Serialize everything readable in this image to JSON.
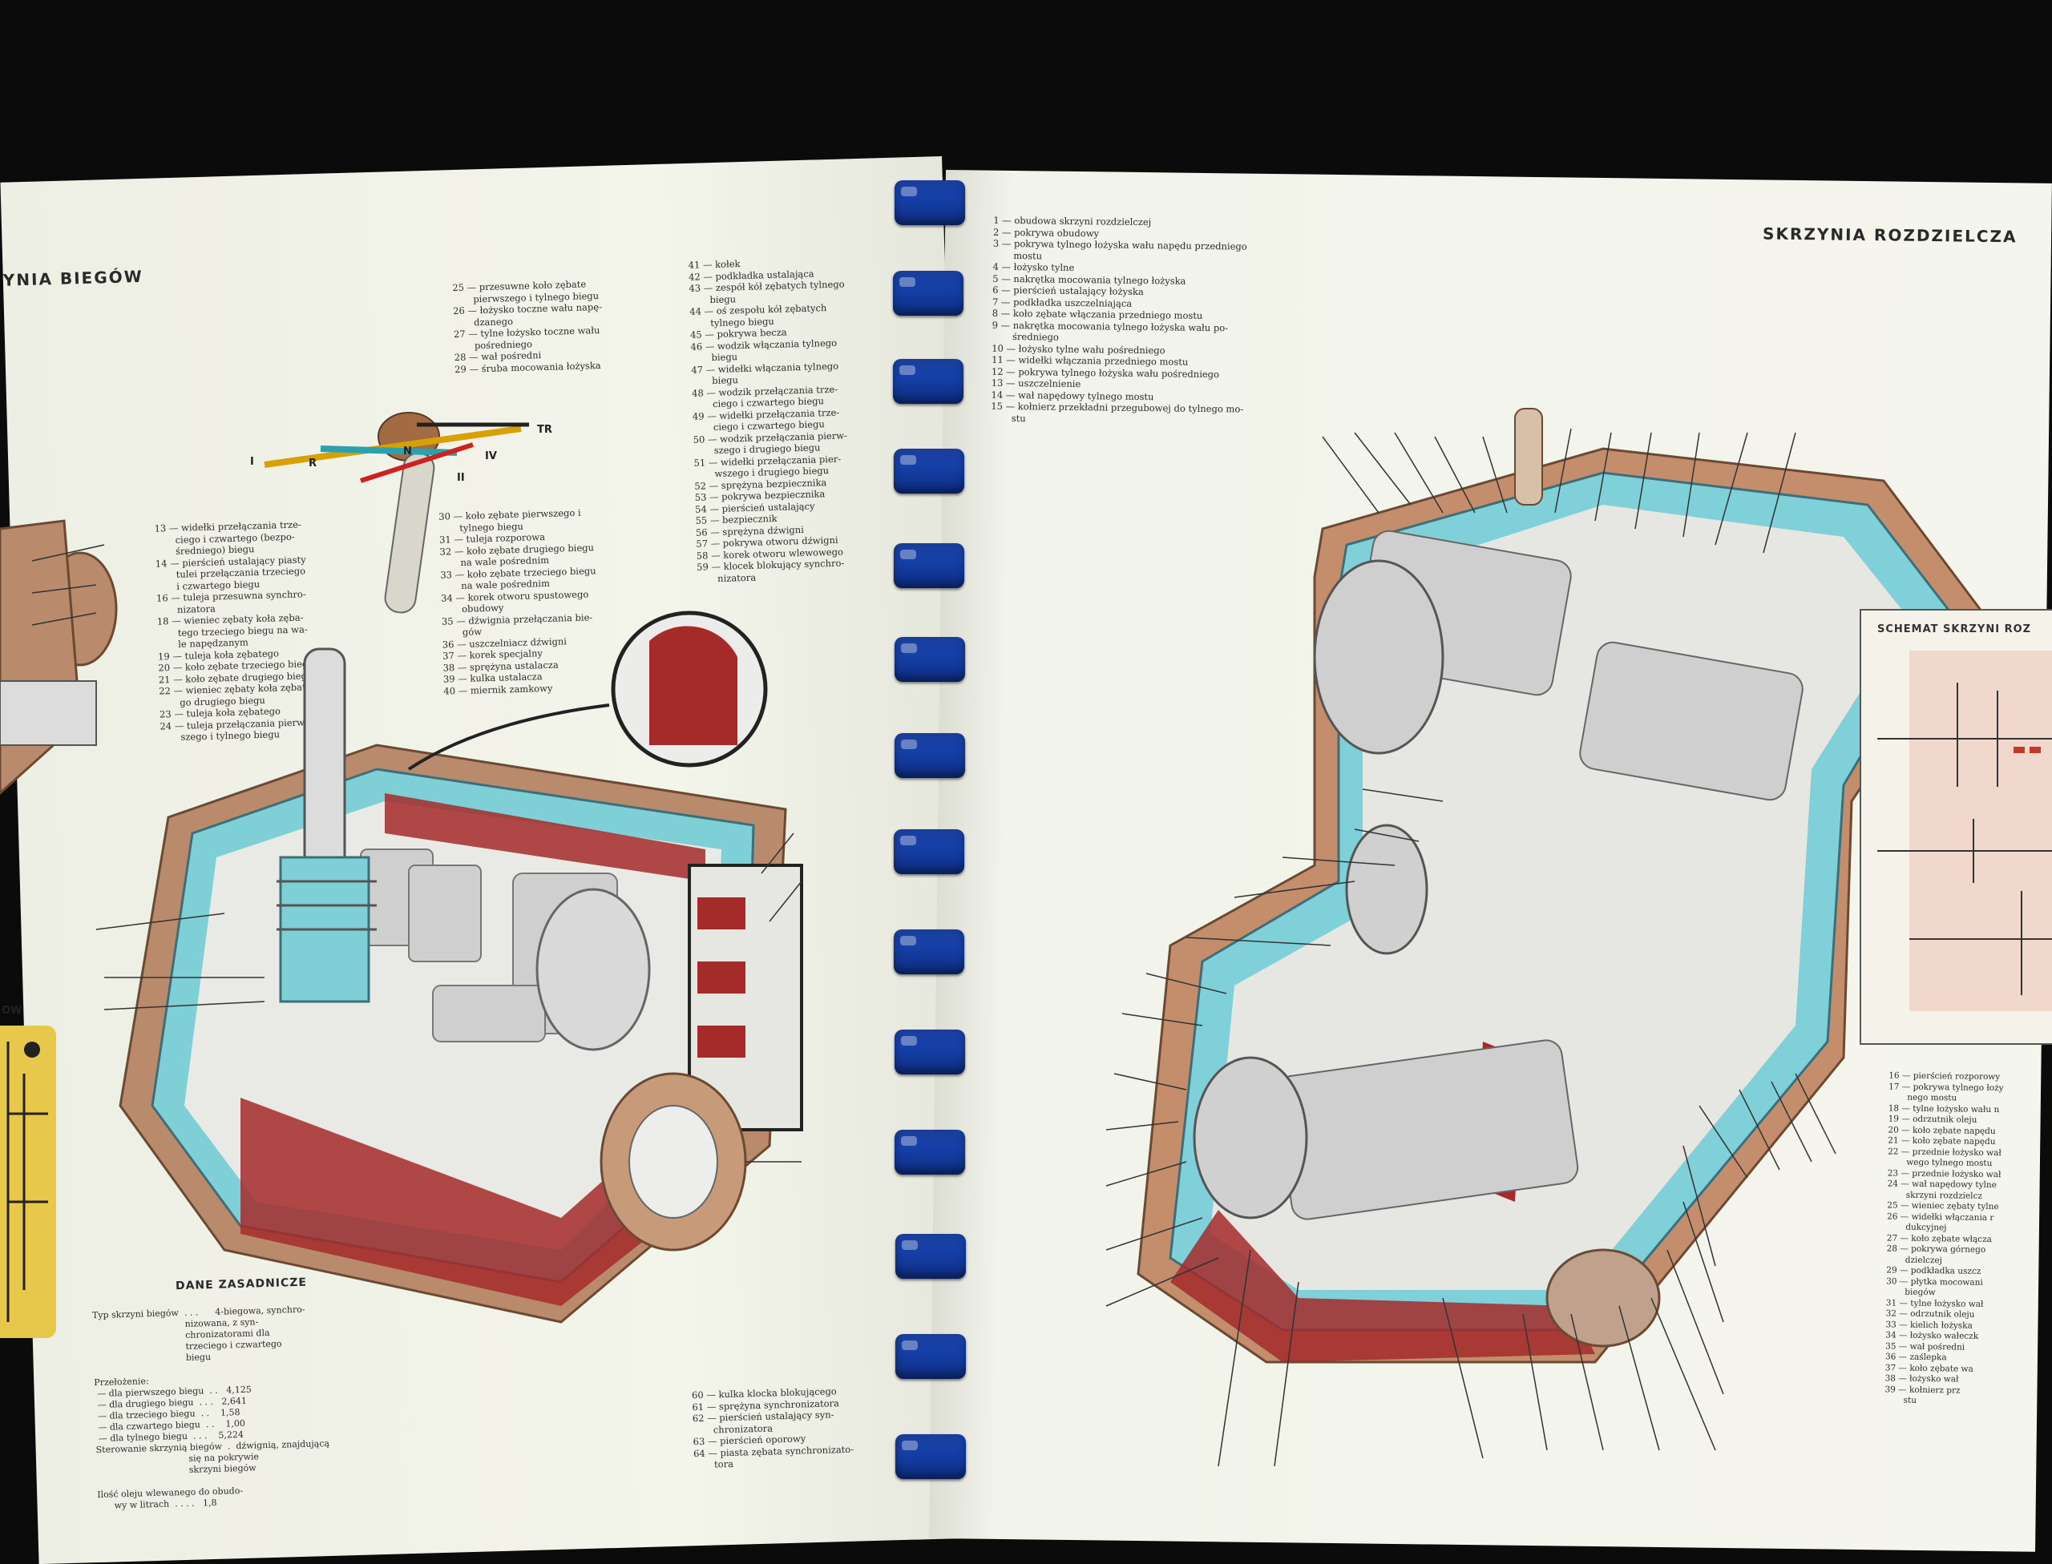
{
  "left_page": {
    "heading": "YNIA BIEGÓW",
    "legend_top_a": "25 — przesuwne koło zębate\n       pierwszego i tylnego biegu\n26 — łożysko toczne wału napę-\n       dzanego\n27 — tylne łożysko toczne wału\n       pośredniego\n28 — wał pośredni\n29 — śruba mocowania łożyska",
    "legend_top_b": "41 — kołek\n42 — podkładka ustalająca\n43 — zespół kół zębatych tylnego\n       biegu\n44 — oś zespołu kół zębatych\n       tylnego biegu\n45 — pokrywa becza\n46 — wodzik włączania tylnego\n       biegu\n47 — widełki włączania tylnego\n       biegu\n48 — wodzik przełączania trze-\n       ciego i czwartego biegu\n49 — widełki przełączania trze-\n       ciego i czwartego biegu\n50 — wodzik przełączania pierw-\n       szego i drugiego biegu\n51 — widełki przełączania pier-\n       wszego i drugiego biegu\n52 — sprężyna bezpiecznika\n53 — pokrywa bezpiecznika\n54 — pierścień ustalający\n55 — bezpiecznik\n56 — sprężyna dźwigni\n57 — pokrywa otworu dźwigni\n58 — korek otworu wlewowego\n59 — klocek blokujący synchro-\n       nizatora",
    "legend_mid_a": "13 — widełki przełączania trze-\n       ciego i czwartego (bezpo-\n       średniego) biegu\n14 — pierścień ustalający piasty\n       tulei przełączania trzeciego\n       i czwartego biegu\n16 — tuleja przesuwna synchro-\n       nizatora\n18 — wieniec zębaty koła zęba-\n       tego trzeciego biegu na wa-\n       le napędzanym\n19 — tuleja koła zębatego\n20 — koło zębate trzeciego biegu\n21 — koło zębate drugiego biegu\n22 — wieniec zębaty koła zębate-\n       go drugiego biegu\n23 — tuleja koła zębatego\n24 — tuleja przełączania pierw-\n       szego i tylnego biegu",
    "legend_mid_b": "30 — koło zębate pierwszego i\n       tylnego biegu\n31 — tuleja rozporowa\n32 — koło zębate drugiego biegu\n       na wale pośrednim\n33 — koło zębate trzeciego biegu\n       na wale pośrednim\n34 — korek otworu spustowego\n       obudowy\n35 — dźwignia przełączania bie-\n       gów\n36 — uszczelniacz dźwigni\n37 — korek specjalny\n38 — sprężyna ustalacza\n39 — kulka ustalacza\n40 — miernik zamkowy",
    "legend_bottom": "60 — kulka klocka blokującego\n61 — sprężyna synchronizatora\n62 — pierścień ustalający syn-\n       chronizatora\n63 — pierścień oporowy\n64 — piasta zębata synchronizato-\n       tora",
    "dane_heading": "DANE ZASADNICZE",
    "dane_text": "Typ skrzyni biegów  . . .      4-biegowa, synchro-\n                                 nizowana, z syn-\n                                 chronizatorami dla\n                                 trzeciego i czwartego\n                                 biegu\n\nPrzełożenie:\n — dla pierwszego biegu  . .   4,125\n — dla drugiego biegu  . . .   2,641\n — dla trzeciego biegu  . .    1,58\n — dla czwartego biegu  . .    1,00\n — dla tylnego biegu  . . .    5,224\nSterowanie skrzynią biegów  .  dźwignią, znajdującą\n                                 się na pokrywie\n                                 skrzyni biegów\n\nIlość oleju wlewanego do obudo-\n      wy w litrach  . . . .   1,8",
    "shift_labels": {
      "r": "R",
      "tr": "TR",
      "n": "N",
      "i": "I",
      "ii": "II",
      "iv": "IV"
    },
    "left_caption": "OW"
  },
  "right_page": {
    "heading": "SKRZYNIA ROZDZIELCZA",
    "legend_top": "1 — obudowa skrzyni rozdzielczej\n2 — pokrywa obudowy\n3 — pokrywa tylnego łożyska wału napędu przedniego\n       mostu\n4 — łożysko tylne\n5 — nakrętka mocowania tylnego łożyska\n6 — pierścień ustalający łożyska\n7 — podkładka uszczelniająca\n8 — koło zębate włączania przedniego mostu\n9 — nakrętka mocowania tylnego łożyska wału po-\n       średniego\n10 — łożysko tylne wału pośredniego\n11 — widełki włączania przedniego mostu\n12 — pokrywa tylnego łożyska wału pośredniego\n13 — uszczelnienie\n14 — wał napędowy tylnego mostu\n15 — kołnierz przekładni przegubowej do tylnego mo-\n       stu",
    "schema_title": "SCHEMAT SKRZYNI ROZ",
    "legend_side": "16 — pierścień rozporowy\n17 — pokrywa tylnego łoży\n       nego mostu\n18 — tylne łożysko wału n\n19 — odrzutnik oleju\n20 — koło zębate napędu\n21 — koło zębate napędu\n22 — przednie łożysko wał\n       wego tylnego mostu\n23 — przednie łożysko wał\n24 — wał napędowy tylne\n       skrzyni rozdzielcz\n25 — wieniec zębaty tylne\n26 — widełki włączania r\n       dukcyjnej\n27 — koło zębate włącza\n28 — pokrywa górnego\n       dzielczej\n29 — podkładka uszcz\n30 — płytka mocowani\n       biegów\n31 — tylne łożysko wał\n32 — odrzutnik oleju\n33 — kielich łożyska\n34 — łożysko wałeczk\n35 — wał pośredni\n36 — zaślepka\n37 — koło zębate wa\n38 — łożysko wał\n39 — kołnierz prz\n       stu"
  }
}
